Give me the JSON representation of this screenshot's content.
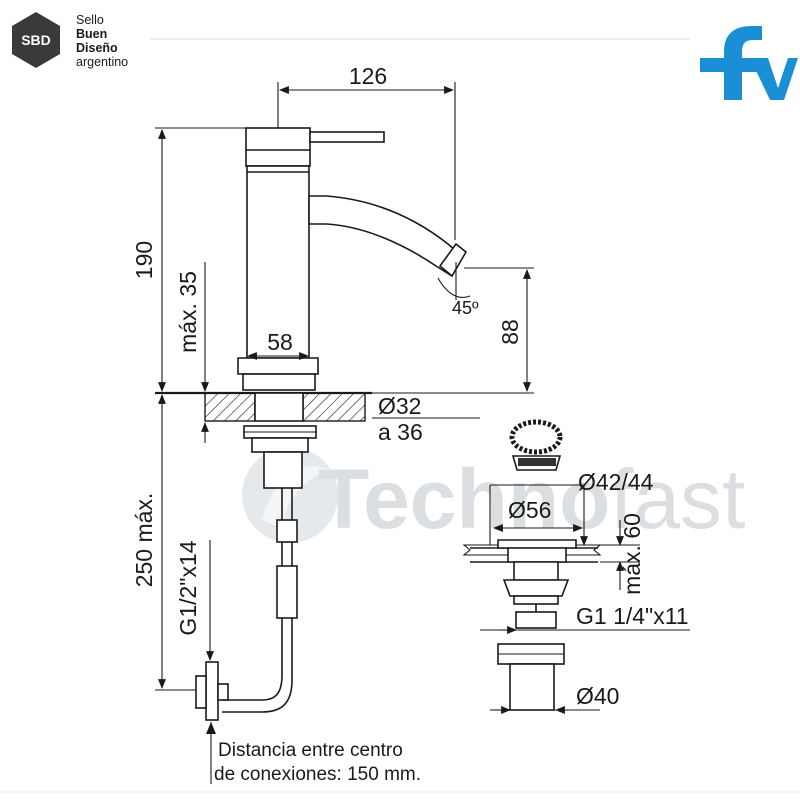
{
  "seal": {
    "badge": "SBD",
    "line1": "Sello",
    "line2": "Buen",
    "line3": "Diseño",
    "line4": "argentino"
  },
  "brand": {
    "logo_text": "fv",
    "color": "#1a8fd6"
  },
  "watermark": {
    "part1": "Techno",
    "part2": "fast"
  },
  "dimensions": {
    "width_126": "126",
    "height_190": "190",
    "max_35": "máx. 35",
    "width_58": "58",
    "angle_45": "45º",
    "height_88": "88",
    "diam_32": "Ø32",
    "to_36": "a 36",
    "max_250": "250 máx.",
    "thread_g12": "G1/2\"x14",
    "diam_42_44": "Ø42/44",
    "diam_56": "Ø56",
    "max_60": "máx. 60",
    "thread_g114": "G1 1/4\"x11",
    "diam_40": "Ø40"
  },
  "note": {
    "line1": "Distancia entre centro",
    "line2": "de conexiones: 150 mm."
  }
}
